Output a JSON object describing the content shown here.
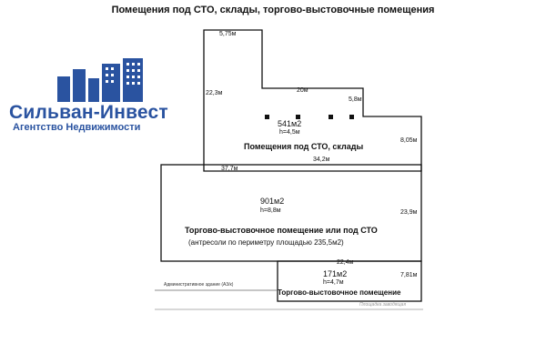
{
  "title": "Помещения под СТО, склады, торгово-выстовочные помещения",
  "logo": {
    "name": "Сильван-Инвест",
    "tagline": "Агентство Недвижимости",
    "color": "#2a53a0"
  },
  "upper": {
    "area": "541м2",
    "height": "h=4,5м",
    "label": "Помещения под СТО, склады",
    "dims": {
      "top": "5,75м",
      "left": "22,3м",
      "mid_top": "20м",
      "right_step": "5,8м",
      "right": "8,05м",
      "bottom": "34,2м"
    }
  },
  "middle": {
    "area": "901м2",
    "height": "h=8,8м",
    "label": "Торгово-выстовочное помещение или под СТО",
    "note": "(антресоли по периметру площадью 235,5м2)",
    "dims": {
      "top": "37,7м",
      "right": "23,9м"
    }
  },
  "lower": {
    "area": "171м2",
    "height": "h=4,7м",
    "label": "Торгово-выстовочное помещение",
    "dims": {
      "top": "22,4м",
      "right": "7,81м"
    }
  },
  "admin_building": "Административное здание (А3/к)",
  "bottom_note": "Площадка заводящая"
}
